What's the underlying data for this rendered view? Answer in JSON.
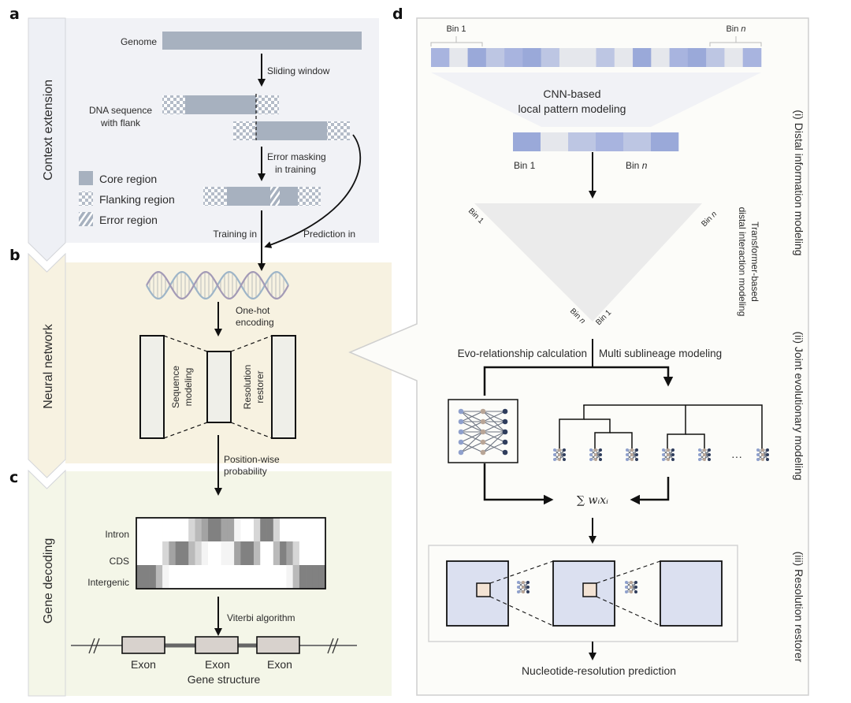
{
  "panels": {
    "a": {
      "letter": "a",
      "side_label": "Context extension",
      "genome_label": "Genome",
      "sliding_window": "Sliding window",
      "dna_seq_label_line1": "DNA sequence",
      "dna_seq_label_line2": "with flank",
      "error_masking_line1": "Error masking",
      "error_masking_line2": "in training",
      "legend": [
        {
          "name": "core",
          "label": "Core region"
        },
        {
          "name": "flanking",
          "label": "Flanking region"
        },
        {
          "name": "error",
          "label": "Error region"
        }
      ],
      "training_in": "Training in",
      "prediction_in": "Prediction in"
    },
    "b": {
      "letter": "b",
      "side_label": "Neural network",
      "one_hot_line1": "One-hot",
      "one_hot_line2": "encoding",
      "sequence_modeling_line1": "Sequence",
      "sequence_modeling_line2": "modeling",
      "resolution_restorer_line1": "Resolution",
      "resolution_restorer_line2": "restorer",
      "position_wise_line1": "Position-wise",
      "position_wise_line2": "probability"
    },
    "c": {
      "letter": "c",
      "side_label": "Gene decoding",
      "heatmap_rows": [
        "Intron",
        "CDS",
        "Intergenic"
      ],
      "heatmap_gray_levels": {
        "Intron": [
          0,
          0,
          0,
          0,
          0,
          0,
          0,
          0,
          0.18,
          0.3,
          0.4,
          0.55,
          0.55,
          0.4,
          0.4,
          0.05,
          0,
          0,
          0.18,
          0.55,
          0.55,
          0.18,
          0,
          0,
          0,
          0,
          0,
          0,
          0
        ],
        "CDS": [
          0,
          0,
          0,
          0,
          0.18,
          0.4,
          0.55,
          0.55,
          0.3,
          0.18,
          0.05,
          0,
          0,
          0.05,
          0.05,
          0.4,
          0.55,
          0.55,
          0.3,
          0,
          0,
          0.3,
          0.55,
          0.4,
          0.18,
          0,
          0,
          0,
          0
        ],
        "Intergenic": [
          0.55,
          0.55,
          0.55,
          0.3,
          0.05,
          0,
          0,
          0,
          0,
          0,
          0,
          0,
          0,
          0,
          0,
          0,
          0,
          0,
          0,
          0,
          0,
          0,
          0,
          0.05,
          0.3,
          0.55,
          0.55,
          0.55,
          0.55
        ]
      },
      "viterbi": "Viterbi algorithm",
      "exons": [
        "Exon",
        "Exon",
        "Exon"
      ],
      "gene_structure": "Gene structure"
    },
    "d": {
      "letter": "d",
      "bin1": "Bin 1",
      "bin_n_prefix": "Bin ",
      "bin_n_italic": "n",
      "input_bar_colors": [
        "#a8b4df",
        "#e5e7ec",
        "#9aa9d9",
        "#bdc6e3",
        "#a8b4df",
        "#9aa9d9",
        "#bdc6e3",
        "#e5e7ec",
        "#e5e7ec",
        "#bdc6e3",
        "#e5e7ec",
        "#9aa9d9",
        "#e5e7ec",
        "#a8b4df",
        "#9aa9d9",
        "#bdc6e3",
        "#e5e7ec",
        "#a8b4df"
      ],
      "cnn_line1": "CNN-based",
      "cnn_line2": "local pattern modeling",
      "binned_bar_colors": [
        "#9aa9d9",
        "#e5e7ec",
        "#bdc6e3",
        "#a8b4df",
        "#bdc6e3",
        "#9aa9d9"
      ],
      "transformer_line1": "Transformer-based",
      "transformer_line2": "distal interaction modeling",
      "evo_relationship": "Evo-relationship calculation",
      "multi_sublineage": "Multi sublineage modeling",
      "sum_formula": "∑ wᵢxᵢ",
      "ellipsis": "···",
      "nucleotide_prediction": "Nucleotide-resolution prediction",
      "section_labels": [
        "(i) Distal information modeling",
        "(ii) Joint evolutionary modeling",
        "(iii) Resolution restorer"
      ]
    }
  },
  "colors": {
    "panel_a_bg": "#f1f2f6",
    "panel_b_bg": "#f7f2e1",
    "panel_c_bg": "#f4f6e8",
    "panel_d_bg": "#fcfcf9",
    "core": "#a7b1bf",
    "exon_fill": "#d8d2cd",
    "square_fill": "#dbe0f0",
    "small_square_fill": "#f3e3d4"
  }
}
